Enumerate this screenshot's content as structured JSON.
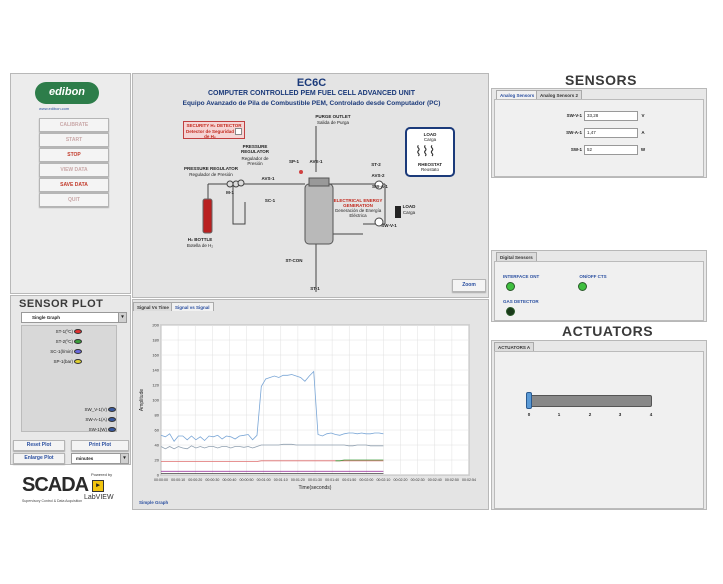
{
  "brand": {
    "name": "edibon",
    "url": "www.edibon.com"
  },
  "controls": {
    "buttons": [
      {
        "label": "CALIBRATE",
        "active": false
      },
      {
        "label": "START",
        "active": false
      },
      {
        "label": "STOP",
        "active": true
      },
      {
        "label": "VIEW DATA",
        "active": false
      },
      {
        "label": "SAVE DATA",
        "active": true
      },
      {
        "label": "QUIT",
        "active": false
      }
    ]
  },
  "diagram": {
    "title": "EC6C",
    "subtitle": "COMPUTER CONTROLLED PEM FUEL CELL ADVANCED UNIT",
    "subtitle_es": "Equipo Avanzado de Pila de Combustible PEM, Controlado desde Computador (PC)",
    "security_detector": "SECURITY H₂ DETECTOR",
    "security_detector_es": "Detector de Seguridad de H₂",
    "purge": "PURGE OUTLET",
    "purge_es": "Salida de Purga",
    "pressure_reg_1": "PRESSURE REGULATOR",
    "pressure_reg_1_es": "Regulador de Presión",
    "pressure_reg_2": "PRESSURE REGULATOR",
    "pressure_reg_2_es": "Regulador de Presión",
    "bottle": "H₂ BOTTLE",
    "bottle_es": "Botella de H₂",
    "load": "LOAD",
    "load_es": "Carga",
    "rheostat": "RHEOSTAT",
    "rheostat_es": "Reostato",
    "load2": "LOAD",
    "load2_es": "Carga",
    "energy": "ELECTRICAL ENERGY GENERATION",
    "energy_es": "Generación de Energía Eléctrica",
    "tags": {
      "sp1": "SP-1",
      "ave1": "AVE-1",
      "st2": "ST-2",
      "avs2": "AVS-2",
      "swa1": "SW-A-1",
      "swv1": "SW-V-1",
      "avs1": "AVS-1",
      "m1": "M-1",
      "sc1": "SC-1",
      "stcon": "ST-CON",
      "st1": "ST-1"
    },
    "zoom": "Zoom"
  },
  "sensors": {
    "title": "SENSORS",
    "tabs": [
      "Analog Sensors",
      "Analog Sensors 2"
    ],
    "rows": [
      {
        "tag": "SW-V-1",
        "value": "33,28",
        "unit": "V"
      },
      {
        "tag": "SW-A-1",
        "value": "1,47",
        "unit": "A"
      },
      {
        "tag": "SW-1",
        "value": "52",
        "unit": "W"
      }
    ],
    "digital_tab": "Digital Sensors",
    "interface_ont": "INTERFACE ONT",
    "onoff": "ON/OFF CTS",
    "gas_detector": "GAS DETECTOR"
  },
  "actuators": {
    "title": "ACTUATORS",
    "tab": "ACTUATORS A",
    "slider_ticks": [
      "0",
      "1",
      "2",
      "3",
      "4"
    ],
    "slider_value": 0
  },
  "sensor_plot": {
    "title": "SENSOR PLOT",
    "mode": "Single Graph",
    "legend": [
      "ST-1(ºC)",
      "ST-2(ºC)",
      "SC-1(l/min)",
      "SP-1(bar)"
    ],
    "legend_colors": [
      "#e23030",
      "#3aa03a",
      "#6a6ae0",
      "#e0d030"
    ],
    "legend_right": [
      "SW_V-1(V)",
      "SW-A-1(A)",
      "SW-1(W)"
    ],
    "reset": "Reset Plot",
    "print": "Print Plot",
    "enlarge": "Enlarge Plot",
    "units": "minutes"
  },
  "logo": {
    "scada": "SCADA",
    "scada_sub": "Supervisory Control & Data Acquisition",
    "powered": "Powered by",
    "labview": "LabVIEW"
  },
  "chart_tabs": [
    "Signal Vs Time",
    "Signal vs Signal"
  ],
  "chart_footer": "Simple Graph",
  "chart_data": {
    "type": "line",
    "ylabel": "Amplitude",
    "xlabel": "Time(seconds)",
    "ylim": [
      0,
      200
    ],
    "y_ticks": [
      0,
      20,
      40,
      60,
      80,
      100,
      120,
      140,
      160,
      180,
      200
    ],
    "x_ticks": [
      "00:00:00",
      "00:00:10",
      "00:00:20",
      "00:00:30",
      "00:00:40",
      "00:00:50",
      "00:01:00",
      "00:01:10",
      "00:01:20",
      "00:01:30",
      "00:01:40",
      "00:01:50",
      "00:02:00",
      "00:02:10",
      "00:02:20",
      "00:02:30",
      "00:02:40",
      "00:02:50",
      "00:02:54"
    ],
    "grid": true,
    "series": [
      {
        "color": "#7aa6d6",
        "values": [
          53,
          51,
          55,
          45,
          52,
          52,
          47,
          52,
          47,
          51,
          46,
          52,
          51,
          53,
          48,
          52,
          51,
          48,
          52,
          53,
          54,
          47,
          53,
          118,
          128,
          130,
          132,
          130,
          133,
          133,
          134,
          132,
          130,
          125,
          132,
          138,
          54,
          52,
          55,
          56,
          54,
          53,
          55,
          56,
          56,
          55,
          56,
          55,
          55,
          56,
          56,
          55
        ]
      },
      {
        "color": "#90a0b0",
        "values": [
          38,
          35,
          38,
          35,
          38,
          36,
          35,
          39,
          36,
          38,
          36,
          38,
          38,
          36,
          38,
          38,
          36,
          38,
          38,
          37,
          38,
          36,
          38,
          40,
          40,
          40,
          40,
          40,
          41,
          41,
          41,
          40,
          40,
          40,
          40,
          40,
          40,
          40,
          40,
          40,
          40,
          40,
          40,
          39,
          39,
          40,
          40,
          40,
          39,
          39,
          39,
          39
        ]
      },
      {
        "color": "#e07070",
        "values": [
          18,
          18,
          18,
          18,
          18,
          18,
          18,
          18,
          18,
          18,
          18,
          18,
          18,
          18,
          18,
          18,
          18,
          18,
          18,
          18,
          18,
          18,
          18,
          19,
          19,
          19,
          19,
          19,
          19,
          19,
          19,
          19,
          19,
          19,
          19,
          19,
          19,
          19,
          19,
          19,
          19,
          19,
          19,
          19,
          19,
          19,
          19,
          19,
          19,
          19,
          19,
          19
        ]
      },
      {
        "color": "#40a040",
        "values": [
          null,
          null,
          null,
          null,
          null,
          null,
          null,
          null,
          null,
          null,
          null,
          null,
          null,
          null,
          null,
          null,
          null,
          null,
          null,
          null,
          null,
          null,
          null,
          null,
          null,
          null,
          null,
          null,
          null,
          null,
          null,
          null,
          null,
          null,
          null,
          null,
          null,
          null,
          null,
          null,
          19,
          19,
          20,
          20,
          20,
          20,
          20,
          20,
          20,
          20,
          20,
          20
        ]
      },
      {
        "color": "#a040a0",
        "values": [
          5,
          5,
          5,
          5,
          5,
          5,
          5,
          5,
          5,
          5,
          5,
          5,
          5,
          5,
          5,
          5,
          5,
          5,
          5,
          5,
          5,
          5,
          5,
          5,
          5,
          5,
          5,
          5,
          5,
          5,
          5,
          5,
          5,
          5,
          5,
          5,
          5,
          5,
          5,
          5,
          5,
          5,
          5,
          5,
          5,
          5,
          5,
          5,
          5,
          5,
          5,
          5
        ]
      },
      {
        "color": "#404040",
        "values": [
          2,
          2,
          2,
          2,
          2,
          2,
          2,
          2,
          2,
          2,
          2,
          2,
          2,
          2,
          2,
          2,
          2,
          2,
          2,
          2,
          2,
          2,
          2,
          2,
          2,
          2,
          2,
          2,
          2,
          2,
          2,
          2,
          2,
          2,
          2,
          2,
          2,
          2,
          2,
          2,
          2,
          2,
          2,
          2,
          2,
          2,
          2,
          2,
          2,
          2,
          2,
          2
        ]
      }
    ]
  }
}
